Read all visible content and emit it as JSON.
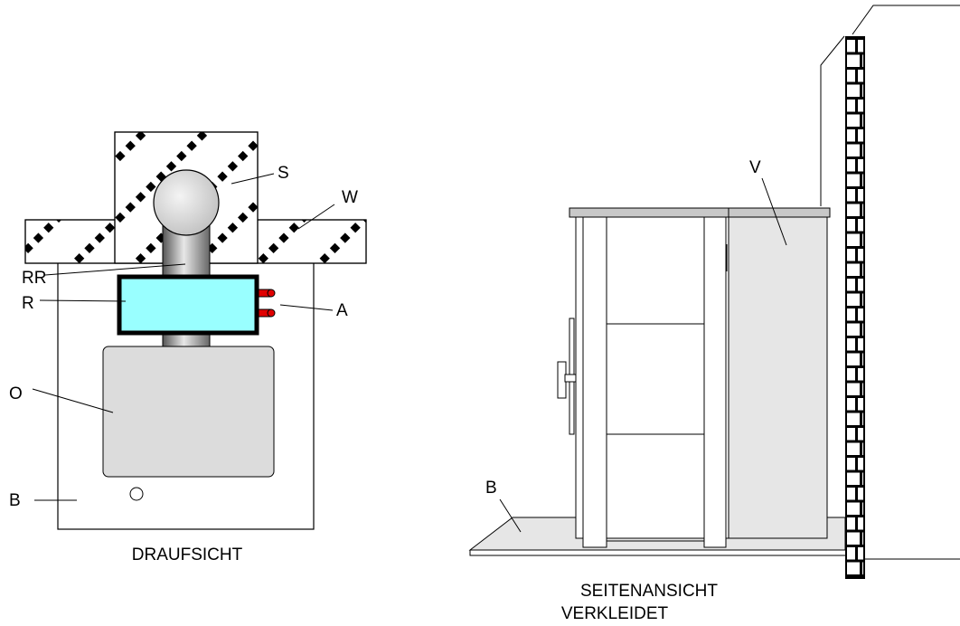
{
  "top_view": {
    "caption": "DRAUFSICHT",
    "labels": {
      "chimney": "S",
      "wall": "W",
      "flue_pipe": "RR",
      "component": "R",
      "connections": "A",
      "stove": "O",
      "floor_plate": "B"
    }
  },
  "side_view": {
    "caption_line1": "SEITENANSICHT",
    "caption_line2": "VERKLEIDET",
    "labels": {
      "cladding": "V",
      "floor_plate": "B"
    }
  },
  "colors": {
    "line": "#000000",
    "component_fill": "#99ffff",
    "stove_fill": "#dcdcdc",
    "cladding_fill": "#e6e6e6",
    "connector_fill": "#e00000",
    "top_plate_fill": "#c8c8c8"
  }
}
